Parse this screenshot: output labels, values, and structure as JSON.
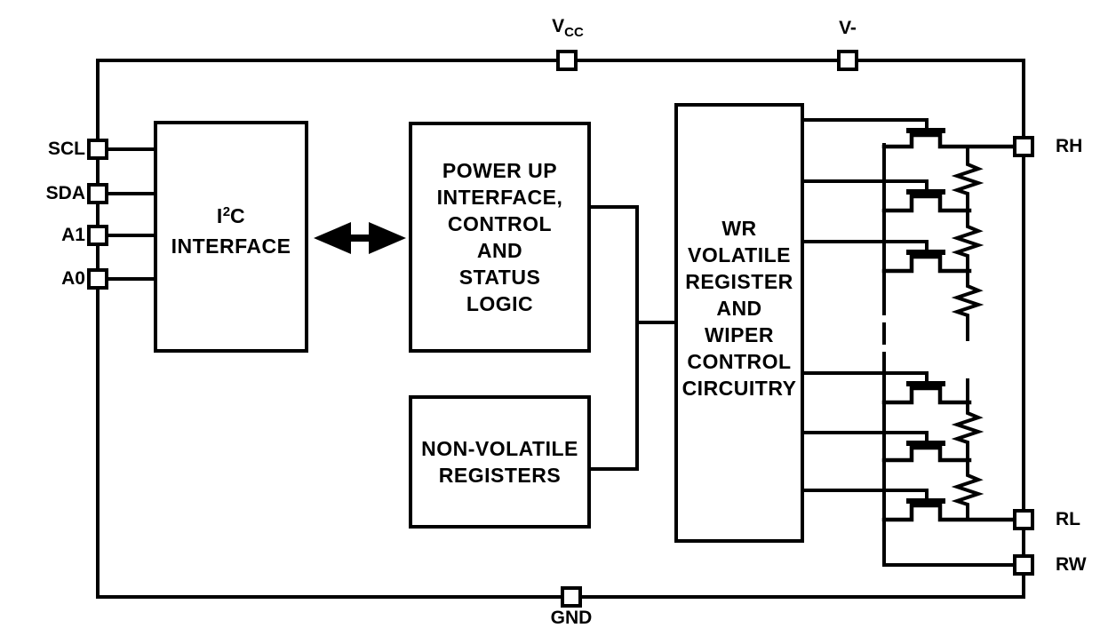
{
  "colors": {
    "line": "#000000",
    "background": "#ffffff"
  },
  "pins": {
    "vcc": {
      "base": "V",
      "sub": "CC"
    },
    "v_minus": {
      "label": "V-"
    },
    "scl": {
      "label": "SCL"
    },
    "sda": {
      "label": "SDA"
    },
    "a1": {
      "label": "A1"
    },
    "a0": {
      "label": "A0"
    },
    "rh": {
      "label": "RH"
    },
    "rl": {
      "label": "RL"
    },
    "rw": {
      "label": "RW"
    },
    "gnd": {
      "label": "GND"
    }
  },
  "blocks": {
    "i2c": {
      "title_base": "I",
      "title_sup": "2",
      "title_tail": "C",
      "line2": "INTERFACE"
    },
    "power_up": {
      "lines": [
        "POWER UP",
        "INTERFACE,",
        "CONTROL",
        "AND",
        "STATUS",
        "LOGIC"
      ]
    },
    "non_volatile": {
      "lines": [
        "NON-VOLATILE",
        "REGISTERS"
      ]
    },
    "wiper": {
      "lines": [
        "WR",
        "VOLATILE",
        "REGISTER",
        "AND",
        "WIPER",
        "CONTROL",
        "CIRCUITRY"
      ]
    }
  }
}
